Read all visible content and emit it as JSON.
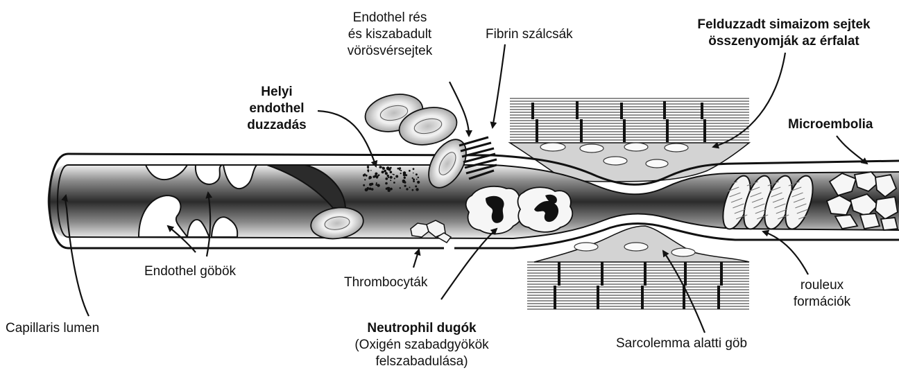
{
  "labels": {
    "capillaris_lumen": "Capillaris lumen",
    "endothel_gobok": "Endothel göbök",
    "helyi_duzzadas": [
      "Helyi",
      "endothel",
      "duzzadás"
    ],
    "endothel_res": [
      "Endothel rés",
      "és kiszabadult",
      "vörösvérsejtek"
    ],
    "fibrin": "Fibrin szálcsák",
    "simaizom": [
      "Felduzzadt simaizom sejtek",
      "összenyomják az érfalat"
    ],
    "microembolia": "Microembolia",
    "thrombocytak": "Thrombocyták",
    "neutrophil": [
      "Neutrophil dugók",
      "(Oxigén szabadgyökök",
      "felszabadulása)"
    ],
    "rouleux": [
      "rouleux",
      "formációk"
    ],
    "sarcolemma": "Sarcolemma alatti göb"
  },
  "colors": {
    "ink": "#111111",
    "lumen_dark": "#2b2b2b",
    "lumen_mid": "#8a8a8a",
    "cell_fill": "#d8d8d8",
    "muscle_fill": "#cfcfcf"
  }
}
